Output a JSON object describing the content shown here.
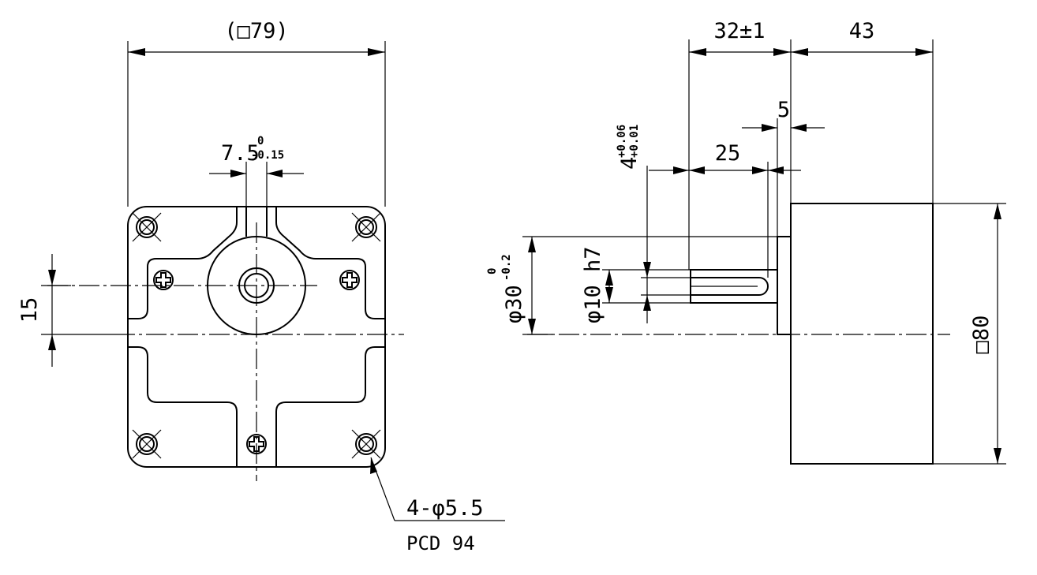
{
  "front_view": {
    "width_dim": "(□79)",
    "slot_dim_base": "7.5",
    "slot_tol_upper": "0",
    "slot_tol_lower": "-0.15",
    "offset_dim": "15",
    "hole_callout": "4-φ5.5",
    "pcd_callout": "PCD 94"
  },
  "side_view": {
    "shaft_length_dim": "32±1",
    "body_length_dim": "43",
    "step_dim": "5",
    "key_length_dim": "25",
    "key_width_base": "4",
    "key_tol_upper": "+0.06",
    "key_tol_lower": "+0.01",
    "pilot_dia_base": "φ30",
    "pilot_tol_upper": "0",
    "pilot_tol_lower": "-0.2",
    "shaft_dia_dim": "φ10 h7",
    "body_square_dim": "□80"
  }
}
